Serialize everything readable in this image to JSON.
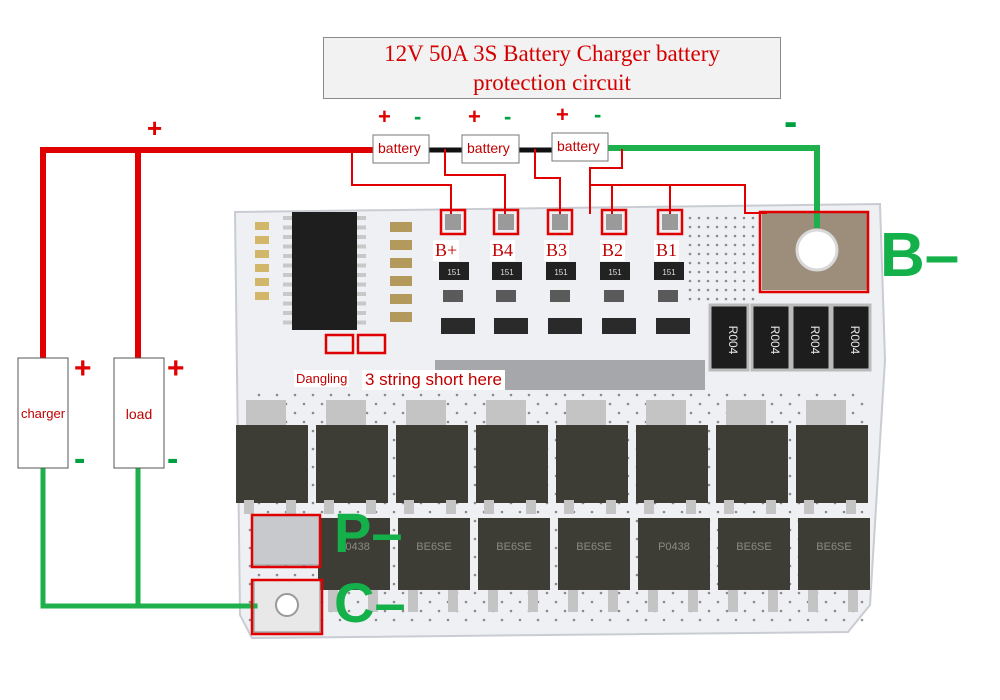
{
  "title": {
    "line1": "12V 50A 3S Battery Charger battery",
    "line2": "protection circuit"
  },
  "batteries": [
    {
      "label": "battery",
      "plus": "+",
      "minus": "-"
    },
    {
      "label": "battery",
      "plus": "+",
      "minus": "-"
    },
    {
      "label": "battery",
      "plus": "+",
      "minus": "-"
    }
  ],
  "top_plus": "+",
  "right_minus": "-",
  "pads": [
    "B+",
    "B4",
    "B3",
    "B2",
    "B1"
  ],
  "charger": {
    "label": "charger",
    "plus": "+",
    "minus": "-"
  },
  "load": {
    "label": "load",
    "plus": "+",
    "minus": "-"
  },
  "notes": {
    "dangling": "Dangling",
    "short": "3 string short here"
  },
  "terminals": {
    "b_minus": "B–",
    "p_minus": "P–",
    "c_minus": "C–"
  },
  "board": {
    "resistor_codes": [
      "R004",
      "R004",
      "R004",
      "R004"
    ],
    "small_codes": [
      "151",
      "151",
      "151",
      "151",
      "151"
    ],
    "mosfet_marks": [
      "P0438",
      "BE6SE",
      "BE6SE",
      "BE6SE",
      "P0438",
      "BE6SE",
      "BE6SE"
    ]
  },
  "colors": {
    "positive": "#e00000",
    "negative": "#1db04c",
    "highlight": "#e00000"
  }
}
